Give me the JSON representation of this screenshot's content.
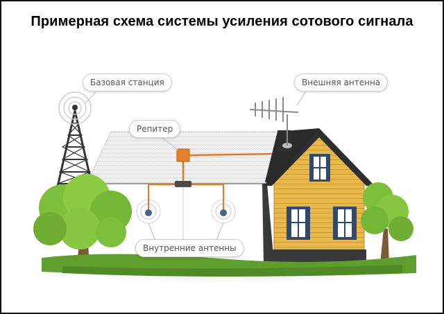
{
  "title": "Примерная схема системы усиления сотового сигнала",
  "labels": {
    "base_station": "Базовая станция",
    "external_antenna": "Внешняя антенна",
    "repeater": "Репитер",
    "internal_antennas": "Внутренние антенны"
  },
  "colors": {
    "cable": "#e4782a",
    "repeater": "#e8822a",
    "house_wall": "#e8b84a",
    "house_roof": "#2e2e2e",
    "window_frame": "#2f4a6e",
    "foliage": "#7cbf3c",
    "grass": "#5f9e2e"
  }
}
